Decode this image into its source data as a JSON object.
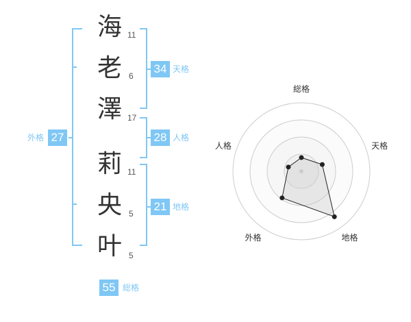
{
  "name": [
    {
      "char": "海",
      "strokes": "11"
    },
    {
      "char": "老",
      "strokes": "6"
    },
    {
      "char": "澤",
      "strokes": "17"
    },
    {
      "char": "莉",
      "strokes": "11"
    },
    {
      "char": "央",
      "strokes": "5"
    },
    {
      "char": "叶",
      "strokes": "5"
    }
  ],
  "kaku": {
    "tenkaku": {
      "value": "34",
      "label": "天格"
    },
    "jinkaku": {
      "value": "28",
      "label": "人格"
    },
    "chikaku": {
      "value": "21",
      "label": "地格"
    },
    "gaikaku": {
      "value": "27",
      "label": "外格"
    },
    "soukaku": {
      "value": "55",
      "label": "総格"
    }
  },
  "colors": {
    "accent": "#7fc7f5",
    "text": "#333333",
    "ring": "#cccccc"
  },
  "chart_data": {
    "type": "radar",
    "axes": [
      "総格",
      "天格",
      "地格",
      "外格",
      "人格"
    ],
    "values": [
      0.2,
      0.32,
      0.82,
      0.48,
      0.2
    ],
    "range": [
      0,
      1
    ],
    "rings": 4
  }
}
